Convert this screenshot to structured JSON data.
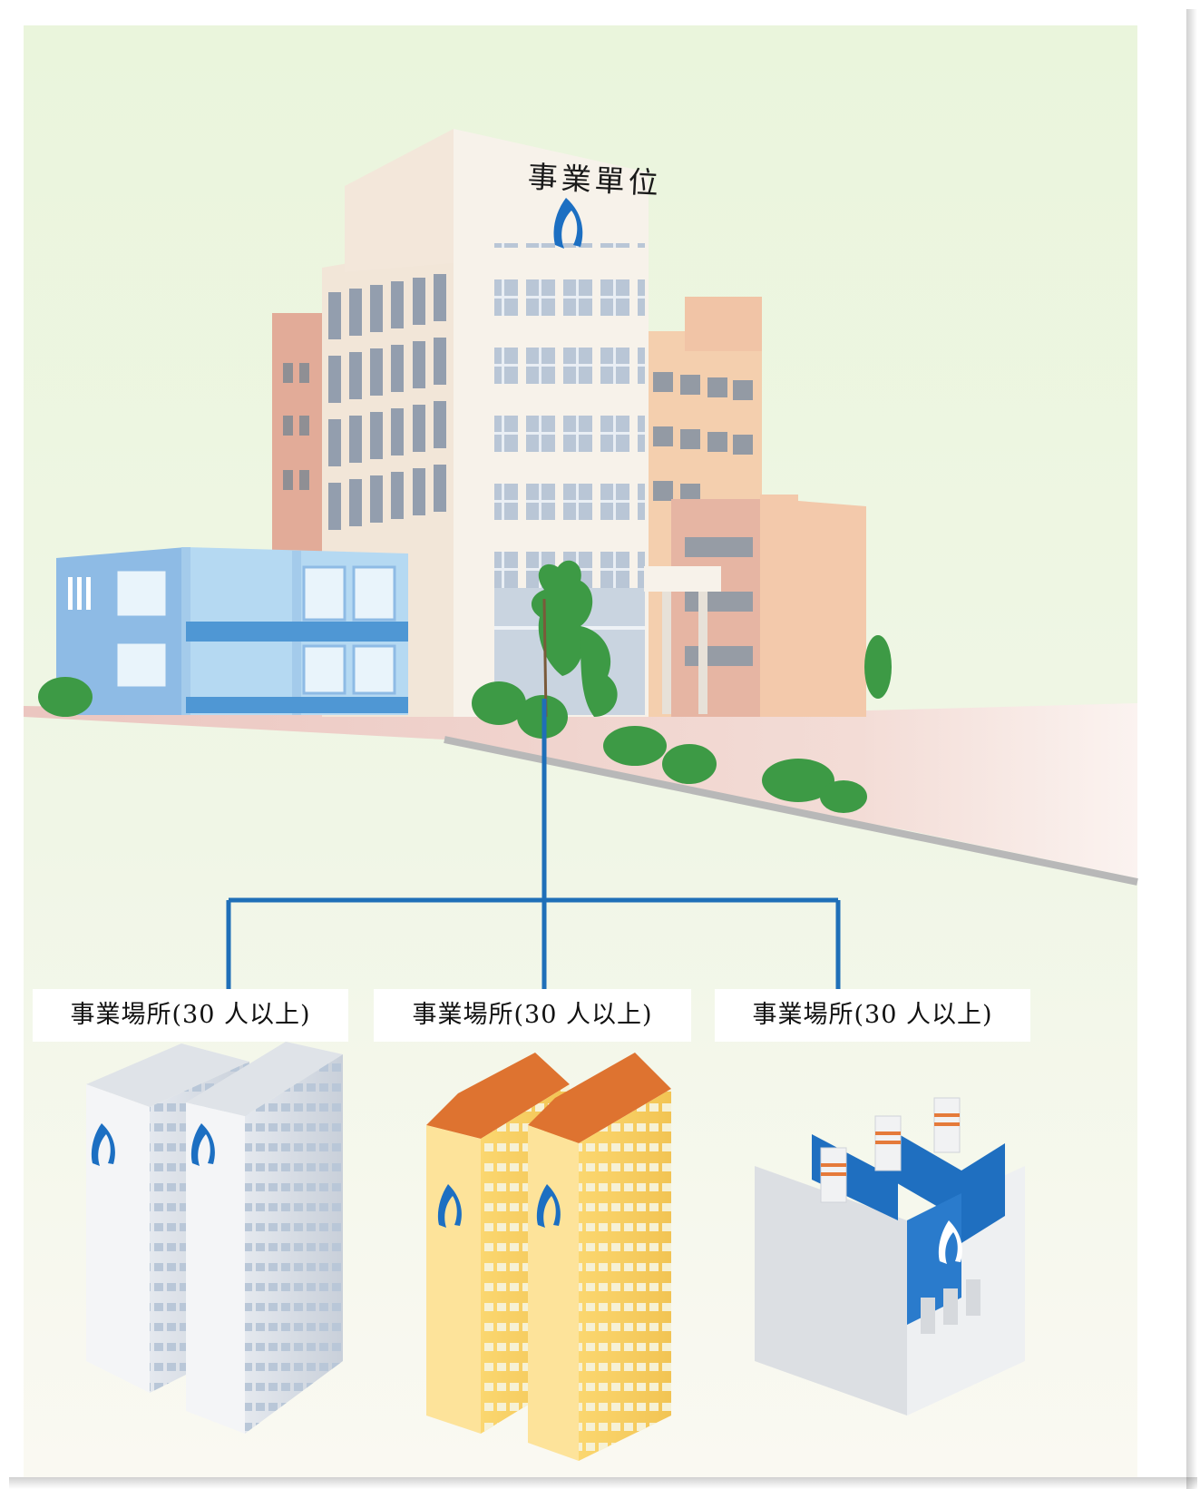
{
  "headquarters": {
    "sign_text": "事業單位"
  },
  "sites": [
    {
      "label": "事業場所(30 人以上)"
    },
    {
      "label": "事業場所(30 人以上)"
    },
    {
      "label": "事業場所(30 人以上)"
    }
  ],
  "colors": {
    "connector": "#1f6fb8",
    "logo": "#1c6fc2",
    "background_top": "#eaf5dc",
    "background_bottom": "#faf9f2"
  }
}
